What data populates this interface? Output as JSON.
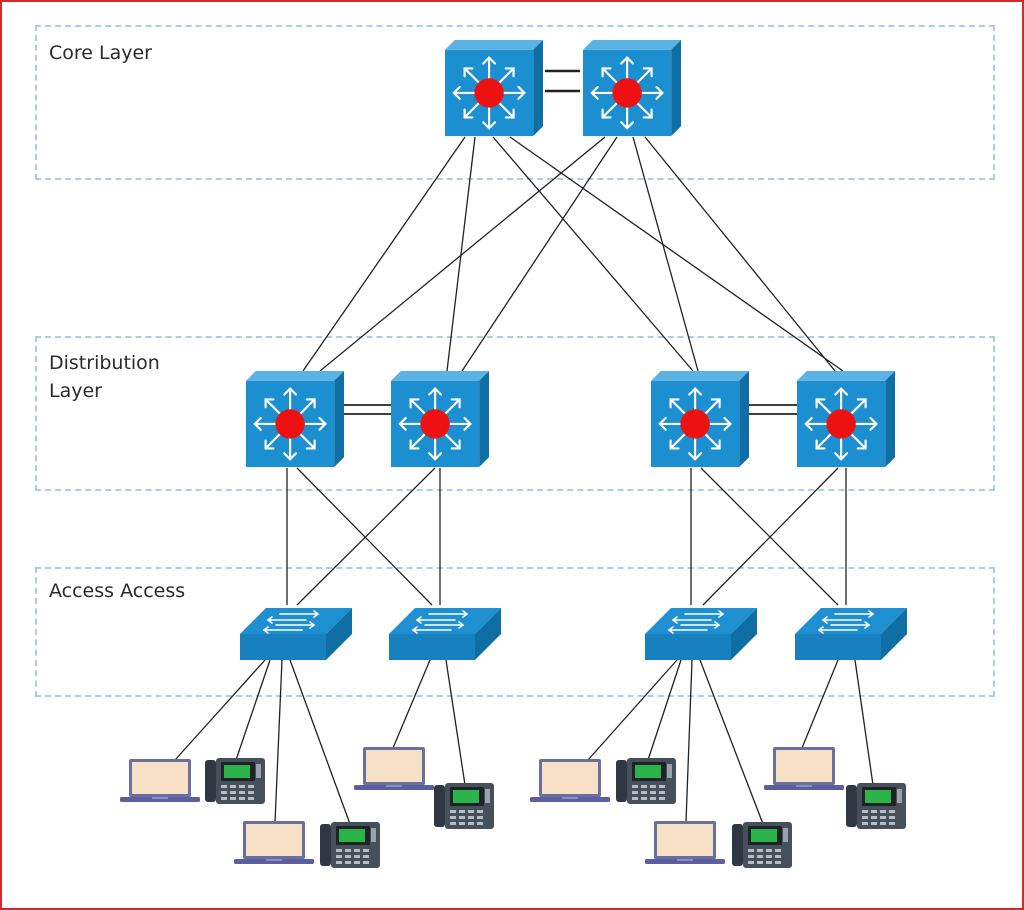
{
  "layers": {
    "core": "Core Layer",
    "distribution": "Distribution\nLayer",
    "access": "Access Access"
  },
  "colors": {
    "frame": "#d42a2a",
    "layer_border": "#a9cfe0",
    "switch_blue": "#1b8fd0",
    "switch_center": "#ee1111",
    "link": "#222222",
    "laptop_screen": "#f6e1c7",
    "phone_screen": "#2bb44a"
  },
  "icons": {
    "core_switch": "multilayer-switch-icon",
    "distribution_switch": "multilayer-switch-icon",
    "access_switch": "workgroup-switch-icon",
    "end_device_pc": "laptop-icon",
    "end_device_phone": "ip-phone-icon"
  }
}
